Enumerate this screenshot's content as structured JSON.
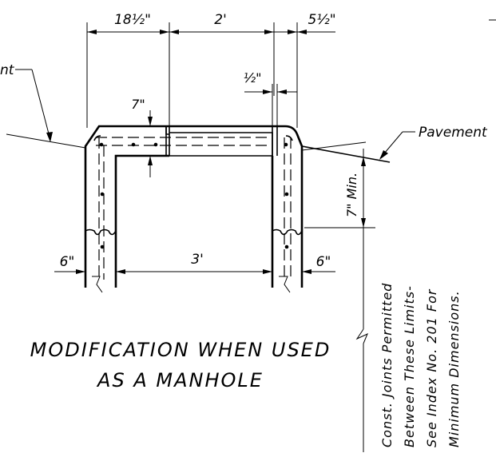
{
  "dimensions": {
    "top_left_width": "18½\"",
    "top_mid_width": "2'",
    "top_right_width": "5½\"",
    "half_inch": "½\"",
    "slab_thickness": "7\"",
    "min_depth": "7\" Min.",
    "left_wall": "6\"",
    "inner_width": "3'",
    "right_wall": "6\""
  },
  "labels": {
    "left_cut": "nt",
    "pavement": "Pavement",
    "title_line1": "MODIFICATION WHEN USED",
    "title_line2": "AS A MANHOLE"
  },
  "note": {
    "line1": "Const. Joints Permitted",
    "line2": "Between These Limits-",
    "line3": "See Index No. 201 For",
    "line4": "Minimum Dimensions."
  }
}
